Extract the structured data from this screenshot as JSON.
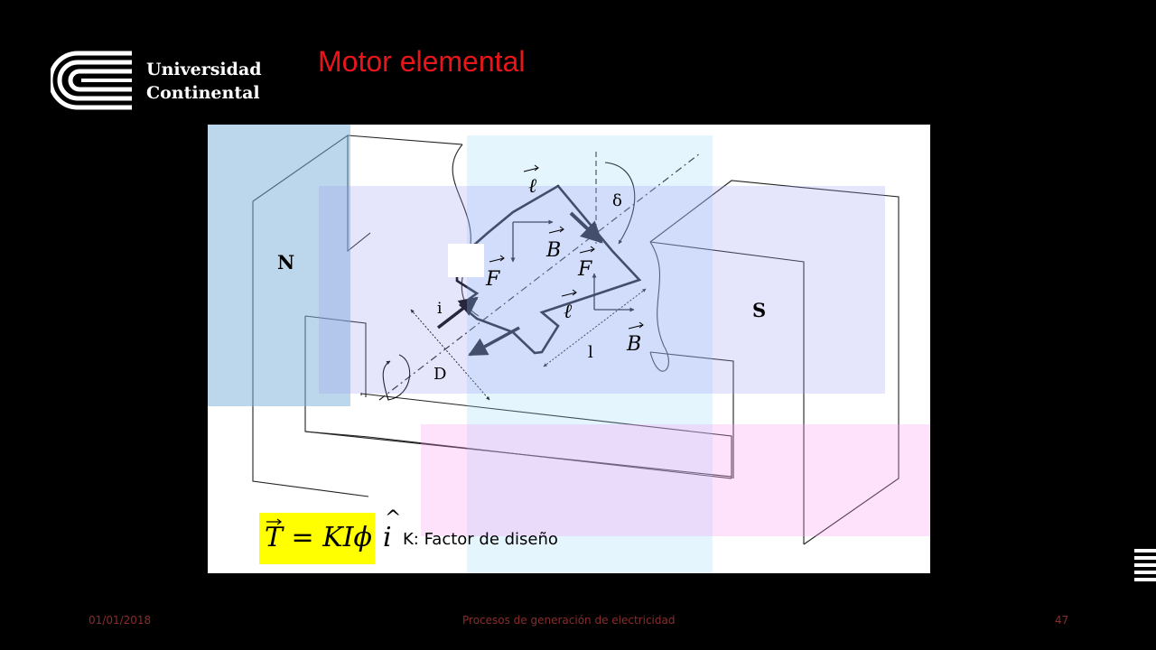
{
  "header": {
    "logo_line1": "Universidad",
    "logo_line2": "Continental",
    "title": "Motor elemental"
  },
  "diagram": {
    "pole_north": "N",
    "pole_south": "S",
    "label_delta": "δ",
    "label_current": "i",
    "label_diameter": "D",
    "label_length": "l",
    "vec_l": "ℓ",
    "vec_B": "B",
    "vec_F": "F",
    "formula": "T = KIϕ",
    "formula_unit": "i",
    "design_note": "K: Factor de diseño"
  },
  "footer": {
    "date": "01/01/2018",
    "course": "Procesos de generación de electricidad",
    "page": "47"
  },
  "colors": {
    "title": "#e8151b",
    "footer": "#8b2c2c",
    "formula_bg": "#ffff00",
    "background": "#000000"
  }
}
